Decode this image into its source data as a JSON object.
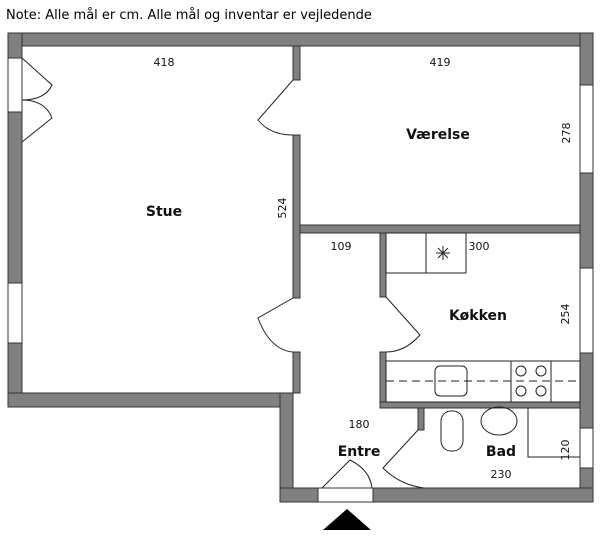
{
  "note": "Note: Alle mål er cm. Alle mål og inventar er vejledende",
  "rooms": {
    "stue": {
      "label": "Stue",
      "width": "418",
      "depth": "524"
    },
    "vaerelse": {
      "label": "Værelse",
      "width": "419",
      "depth": "278"
    },
    "koekken": {
      "label": "Køkken",
      "width": "300",
      "depth": "254"
    },
    "entre": {
      "label": "Entre",
      "width": "109",
      "depth": "180"
    },
    "bad": {
      "label": "Bad",
      "width": "230",
      "depth": "120"
    }
  }
}
